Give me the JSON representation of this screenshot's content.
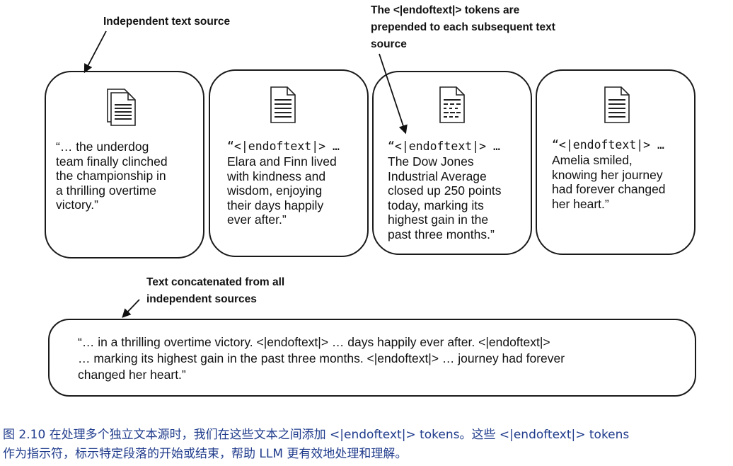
{
  "annotations": {
    "independent": "Independent text source",
    "prepended": "The <|endoftext|> tokens are\nprepended to each subsequent text\nsource",
    "concatenated": "Text concatenated from all\nindependent sources"
  },
  "sources": [
    {
      "icon": "stacked-documents-icon",
      "text": "“… the underdog\nteam finally clinched\nthe championship in\na thrilling overtime\nvictory.”"
    },
    {
      "icon": "document-icon",
      "token": "“<|endoftext|> …",
      "text": "Elara and Finn lived\nwith kindness and\nwisdom, enjoying\ntheir days happily\never after.”"
    },
    {
      "icon": "document-icon",
      "token": "“<|endoftext|> …",
      "text": "The Dow Jones\nIndustrial Average\nclosed up 250 points\ntoday, marking its\nhighest gain in the\npast three months.”"
    },
    {
      "icon": "document-icon",
      "token": "“<|endoftext|> …",
      "text": "Amelia smiled,\nknowing her journey\nhad forever changed\nher heart.”"
    }
  ],
  "concatenated": "“… in a thrilling overtime victory. <|endoftext|> … days happily ever after. <|endoftext|>\n… marking its highest gain in the past three months. <|endoftext|> … journey had forever\nchanged her heart.”",
  "caption": "图 2.10 在处理多个独立文本源时，我们在这些文本之间添加 <|endoftext|> tokens。这些 <|endoftext|> tokens\n作为指示符，标示特定段落的开始或结束，帮助 LLM 更有效地处理和理解。"
}
